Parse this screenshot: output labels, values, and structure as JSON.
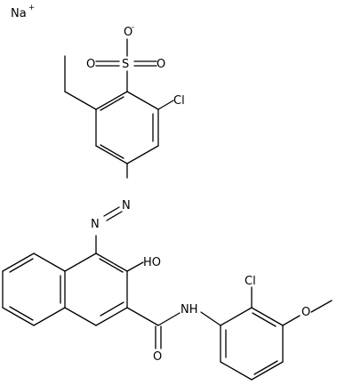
{
  "structure": {
    "labels": {
      "na": "Na",
      "na_charge": "+",
      "o_minus": "O",
      "o_minus_charge": "-",
      "sulfur": "S",
      "o_left": "O",
      "o_right": "O",
      "cl_top": "Cl",
      "azo_n1": "N",
      "azo_n2": "N",
      "hydroxyl": "HO",
      "carbonyl_o": "O",
      "amide_nh": "NH",
      "cl_bottom": "Cl",
      "methoxy_o": "O"
    }
  }
}
